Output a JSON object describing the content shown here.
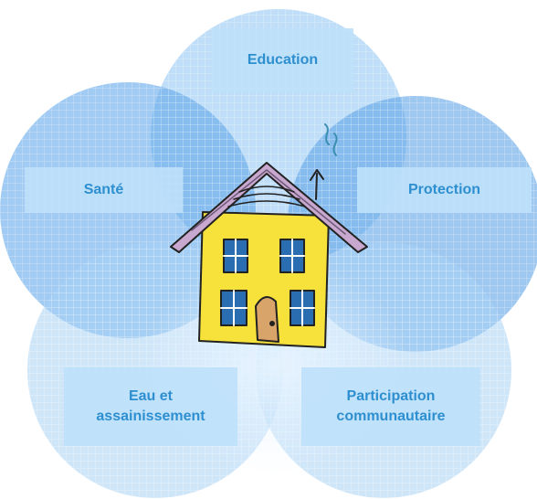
{
  "diagram": {
    "center_icon": "house-icon",
    "accent_color": "#2e8fd0",
    "circle_color": "#7ab8ee",
    "labels": {
      "top": "Education",
      "left": "Santé",
      "right": "Protection",
      "bottom_left": "Eau et\nassainissement",
      "bottom_right": "Participation\ncommunautaire"
    }
  }
}
